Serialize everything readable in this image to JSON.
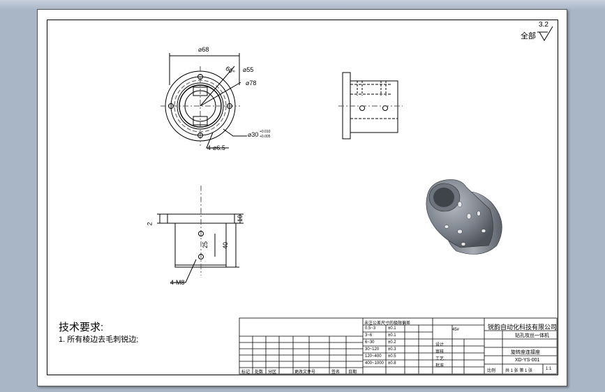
{
  "drawing": {
    "tech_requirements_title": "技术要求:",
    "tech_requirement_1": "1. 所有棱边去毛刺锐边;",
    "roughness_label": "全部",
    "roughness_value": "3.2"
  },
  "dimensions": {
    "outer_dia": "⌀68",
    "angle": "60°",
    "dia_55": "⌀55",
    "dia_78": "⌀78",
    "bore": "⌀30",
    "bore_tol_upper": "+0.010",
    "bore_tol_lower": "+0.005",
    "holes": "4-⌀6.5",
    "flange_thk": "2",
    "height_10": "10",
    "spacing": "25",
    "body_len": "40",
    "tapped": "4-M8"
  },
  "title_block": {
    "company": "锐韵自动化科技有限公司",
    "product": "钻孔攻丝一体机",
    "part_name": "旋转座连接座",
    "drawing_no": "XD-YS-001",
    "scale_label": "比例",
    "scale": "1:1",
    "sheet": "共 1 张 第 1 张",
    "material": "45#",
    "labels": [
      "设计",
      "审核",
      "工艺",
      "批准",
      "标记",
      "处数",
      "分区",
      "更改文件号",
      "签名",
      "日期"
    ]
  },
  "tolerance_table": {
    "header": "未注公差尺寸的极限偏差",
    "rows": [
      [
        "0.5~3",
        "±0.1"
      ],
      [
        "3~6",
        "±0.1"
      ],
      [
        "6~30",
        "±0.2"
      ],
      [
        "30~120",
        "±0.3"
      ],
      [
        "120~400",
        "±0.5"
      ],
      [
        "400~1000",
        "±0.8"
      ]
    ]
  }
}
